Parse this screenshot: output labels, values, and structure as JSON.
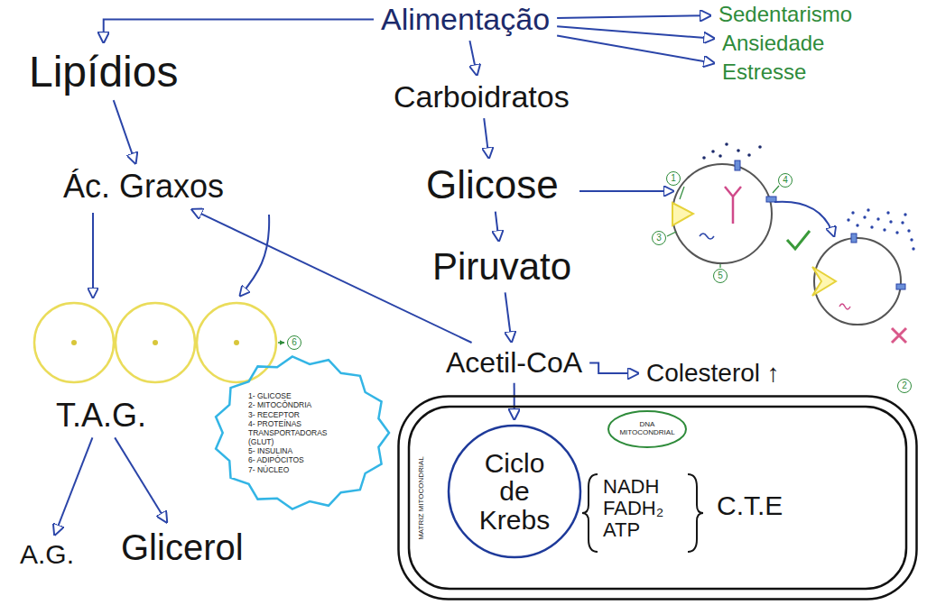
{
  "diagram": {
    "nodes": [
      {
        "text": [
          "Alimentação"
        ]
      },
      {
        "text": [
          "Sedentarismo"
        ]
      },
      {
        "text": [
          "Ansiedade"
        ]
      },
      {
        "text": [
          "Estresse"
        ]
      },
      {
        "text": [
          "Lipídios"
        ]
      },
      {
        "text": [
          "Carboidratos"
        ]
      },
      {
        "text": [
          "Ác. Graxos"
        ]
      },
      {
        "text": [
          "Glicose"
        ]
      },
      {
        "text": [
          "Piruvato"
        ]
      },
      {
        "text": [
          "T.A.G."
        ]
      },
      {
        "text": [
          "A.G."
        ]
      },
      {
        "text": [
          "Glicerol"
        ]
      },
      {
        "text": [
          "Acetil-CoA"
        ]
      },
      {
        "text": [
          "Colesterol ↑"
        ]
      },
      {
        "text": [
          "1- GLICOSE",
          "2- MITOCÔNDRIA",
          "3- RECEPTOR",
          "4- PROTEÍNAS TRANSPORTADORAS (GLUT)",
          "5- INSULINA",
          "6- ADIPÓCITOS",
          "7- NÚCLEO"
        ]
      },
      {
        "text": [
          "MATRIZ MITOCONDRIAL"
        ]
      },
      {
        "text": [
          "Ciclo de Krebs"
        ],
        "in": 15
      },
      {
        "text": [
          "DNA MITOCONDRIAL"
        ],
        "in": 15
      },
      {
        "text": [
          "NADH FADH₂ ATP"
        ],
        "in": 15
      },
      {
        "text": [
          "C.T.E"
        ],
        "in": 15
      }
    ],
    "edges": [
      {
        "from": 0,
        "to": 4,
        "arrow": "to"
      },
      {
        "from": 0,
        "to": 5,
        "arrow": "to"
      },
      {
        "from": 0,
        "to": 1,
        "arrow": "to"
      },
      {
        "from": 0,
        "to": 2,
        "arrow": "to"
      },
      {
        "from": 0,
        "to": 3,
        "arrow": "to"
      },
      {
        "from": 4,
        "to": 6,
        "arrow": "to"
      },
      {
        "from": 5,
        "to": 7,
        "arrow": "to"
      },
      {
        "from": 7,
        "to": 8,
        "arrow": "to"
      },
      {
        "from": 8,
        "to": 12,
        "arrow": "to"
      },
      {
        "from": 12,
        "to": 13,
        "arrow": "to"
      },
      {
        "from": 12,
        "to": 6,
        "arrow": "to"
      },
      {
        "from": 12,
        "to": 16,
        "arrow": "to"
      },
      {
        "from": 9,
        "to": 10,
        "arrow": "to"
      },
      {
        "from": 9,
        "to": 11,
        "arrow": "to"
      }
    ],
    "labels": [
      "1",
      "4",
      "3",
      "5",
      "6",
      "2"
    ]
  }
}
